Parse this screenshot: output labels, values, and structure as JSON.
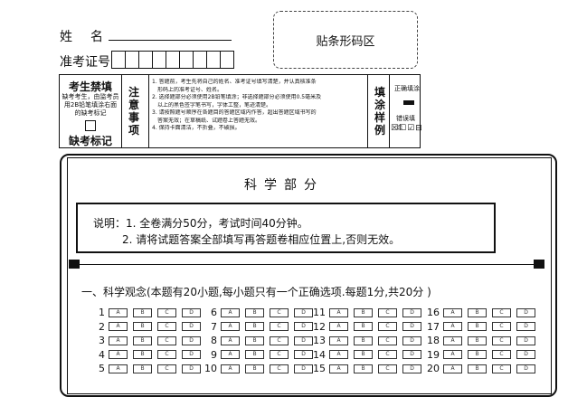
{
  "header": {
    "name_label": "姓名",
    "id_label": "准考证号",
    "id_digit_boxes": 9,
    "barcode_label": "贴条形码区"
  },
  "absent": {
    "title": "考生禁填",
    "desc": "缺考考生，由监考员用2B铅笔填涂右面的缺考标记",
    "mark_label": "缺考标记"
  },
  "notice": {
    "title": "注意事项",
    "items": [
      "1. 答题前，考生先将自己的姓名、准考证号填写清楚，并认真核准条",
      "形码上的准考证号、姓名。",
      "2. 选择题部分必须使用2B铅笔填涂；非选择题部分必须使用0.5毫米及",
      "以上的黑色签字笔书写，字体工整，笔迹清楚。",
      "3. 请按照题号顺序在各题目的答题区域内作答，超出答题区域书写的",
      "答案无效；在草稿纸、试题卷上答题无效。",
      "4. 保持卡面清洁，不折叠，不破损。"
    ]
  },
  "sample": {
    "title": "填涂样例",
    "correct_label": "正确填涂",
    "wrong_label": "错误填涂",
    "wrong_marks": "☒☐☑⊟"
  },
  "science": {
    "title": "科学部分",
    "note_line1": "说明：1. 全卷满分50分，考试时间40分钟。",
    "note_line2": "2. 请将试题答案全部填写再答题卷相应位置上,否则无效。"
  },
  "section1": {
    "title": "一、科学观念(本题有20小题,每小题只有一个正确选项.每题1分,共20分 )",
    "options": [
      "A",
      "B",
      "C",
      "D"
    ],
    "questions": [
      [
        "1",
        "2",
        "3",
        "4",
        "5"
      ],
      [
        "6",
        "7",
        "8",
        "9",
        "10"
      ],
      [
        "11",
        "12",
        "13",
        "14",
        "15"
      ],
      [
        "16",
        "17",
        "18",
        "19",
        "20"
      ]
    ]
  }
}
